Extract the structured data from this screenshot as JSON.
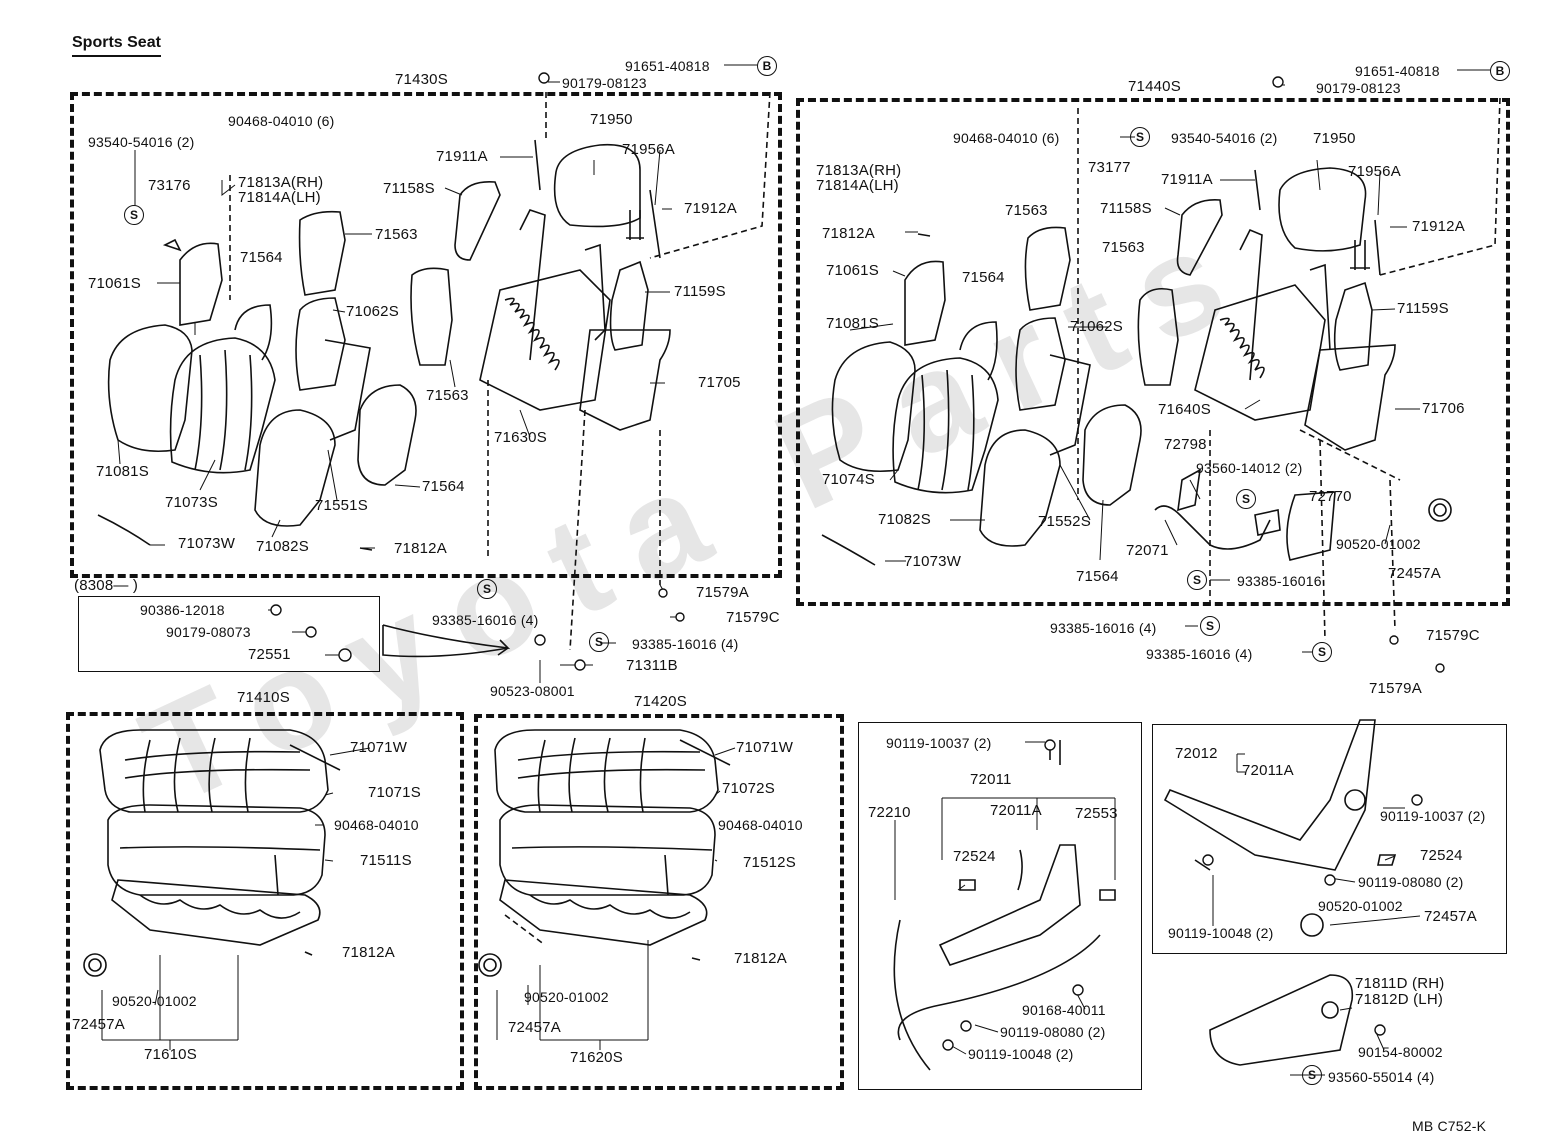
{
  "title": "Sports Seat",
  "code": "MB  C752-K",
  "watermark": "Toyota Parts",
  "sym_s": "S",
  "sym_b": "B",
  "parts": {
    "p71430S": "71430S",
    "p71440S": "71440S",
    "p91651_l": "91651-40818",
    "p91651_r": "91651-40818",
    "p90179_l": "90179-08123",
    "p90179_r": "90179-08123",
    "p90468_l": "90468-04010 (6)",
    "p90468_r": "90468-04010 (6)",
    "p93540_l": "93540-54016 (2)",
    "p93540_r": "93540-54016 (2)",
    "p73176": "73176",
    "p73177": "73177",
    "p71813_l": "71813A(RH)",
    "p71814_l": "71814A(LH)",
    "p71813_r": "71813A(RH)",
    "p71814_r": "71814A(LH)",
    "p71911_l": "71911A",
    "p71911_r": "71911A",
    "p71950_l": "71950",
    "p71950_r": "71950",
    "p71956_l": "71956A",
    "p71956_r": "71956A",
    "p71912_l": "71912A",
    "p71912_r": "71912A",
    "p71158_l": "71158S",
    "p71158_r": "71158S",
    "p71563_a": "71563",
    "p71563_b": "71563",
    "p71563_c": "71563",
    "p71563_d": "71563",
    "p71564_a": "71564",
    "p71564_b": "71564",
    "p71564_c": "71564",
    "p71564_d": "71564",
    "p71061_l": "71061S",
    "p71061_r": "71061S",
    "p71062_l": "71062S",
    "p71062_r": "71062S",
    "p71159_l": "71159S",
    "p71159_r": "71159S",
    "p71812A_r": "71812A",
    "p71081_l": "71081S",
    "p71081_r": "71081S",
    "p71073S": "71073S",
    "p71074S": "71074S",
    "p71082_l": "71082S",
    "p71082_r": "71082S",
    "p71551S": "71551S",
    "p71552S": "71552S",
    "p71630S": "71630S",
    "p71640S": "71640S",
    "p71705": "71705",
    "p71706": "71706",
    "p71073W_l": "71073W",
    "p71073W_r": "71073W",
    "p71812A_l": "71812A",
    "p72798": "72798",
    "p93560_14012": "93560-14012 (2)",
    "p72770": "72770",
    "p72071": "72071",
    "p90520_a": "90520-01002",
    "p72457A_a": "72457A",
    "p93385_a": "93385-16016",
    "p93385_b": "93385-16016 (4)",
    "p93385_c": "93385-16016 (4)",
    "p93385_d": "93385-16016 (4)",
    "p93385_e": "93385-16016 (4)",
    "p71579A_l": "71579A",
    "p71579C_l": "71579C",
    "p71579C_r": "71579C",
    "p71579A_r": "71579A",
    "p8308": "(8308—        )",
    "p90386": "90386-12018",
    "p90179_08073": "90179-08073",
    "p72551": "72551",
    "p90523": "90523-08001",
    "p71311B": "71311B",
    "p71410S": "71410S",
    "p71420S": "71420S",
    "p71071W_a": "71071W",
    "p71071W_b": "71071W",
    "p71071S": "71071S",
    "p71072S": "71072S",
    "p90468_a": "90468-04010",
    "p90468_b": "90468-04010",
    "p71511S": "71511S",
    "p71512S": "71512S",
    "p71812A_a": "71812A",
    "p71812A_b": "71812A",
    "p90520_b": "90520-01002",
    "p90520_c": "90520-01002",
    "p72457A_b": "72457A",
    "p72457A_c": "72457A",
    "p71610S": "71610S",
    "p71620S": "71620S",
    "p90119_10037_a": "90119-10037 (2)",
    "p72011": "72011",
    "p72210": "72210",
    "p72011A_a": "72011A",
    "p72553": "72553",
    "p72524_a": "72524",
    "p90168": "90168-40011",
    "p90119_08080_a": "90119-08080 (2)",
    "p90119_10048_a": "90119-10048 (2)",
    "p72012": "72012",
    "p72011A_b": "72011A",
    "p90119_10037_b": "90119-10037 (2)",
    "p72524_b": "72524",
    "p90119_08080_b": "90119-08080 (2)",
    "p90520_d": "90520-01002",
    "p72457A_d": "72457A",
    "p90119_10048_b": "90119-10048 (2)",
    "p71811D": "71811D (RH)",
    "p71812D": "71812D (LH)",
    "p90154": "90154-80002",
    "p93560_55014": "93560-55014 (4)"
  }
}
